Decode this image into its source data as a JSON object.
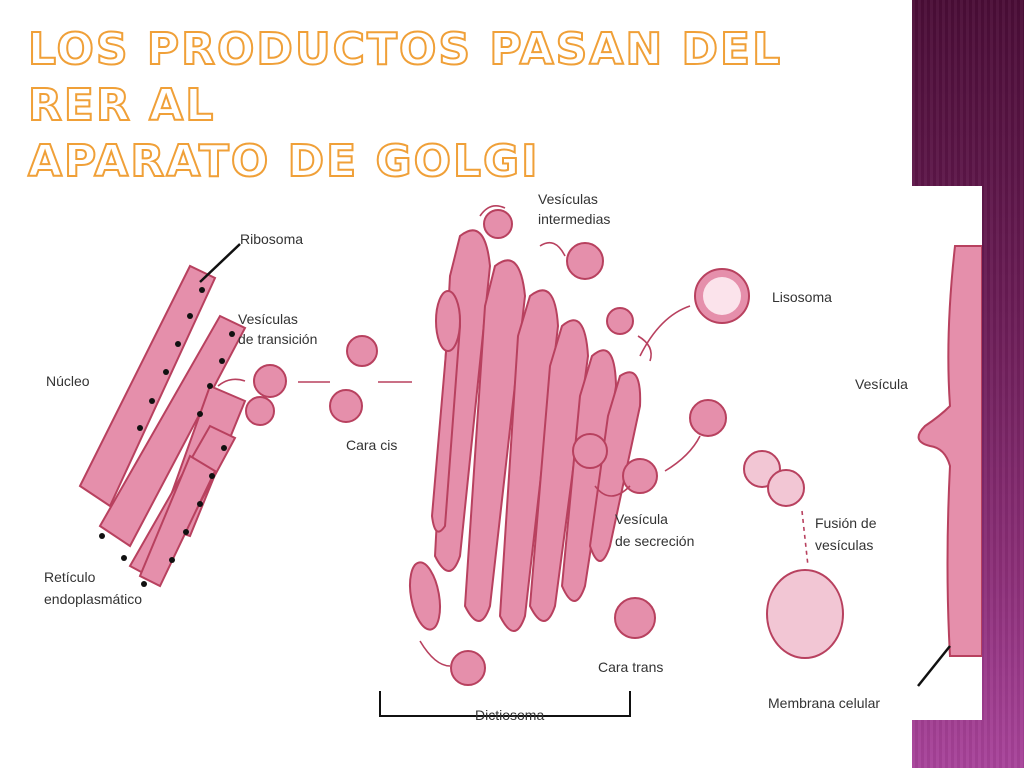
{
  "slide": {
    "title_line1": "Los productos pasan del RER al",
    "title_line2": "aparato de Golgi"
  },
  "diagram": {
    "labels": {
      "ribosoma": "Ribosoma",
      "vesiculas_intermedias_1": "Vesículas",
      "vesiculas_intermedias_2": "intermedias",
      "vesiculas_transicion_1": "Vesículas",
      "vesiculas_transicion_2": "de transición",
      "nucleo": "Núcleo",
      "lisosoma": "Lisosoma",
      "vesicula": "Vesícula",
      "cara_cis": "Cara cis",
      "vesicula_secrecion_1": "Vesícula",
      "vesicula_secrecion_2": "de secreción",
      "fusion_1": "Fusión de",
      "fusion_2": "vesículas",
      "reticulo_1": "Retículo",
      "reticulo_2": "endoplasmático",
      "cara_trans": "Cara trans",
      "dictiosoma": "Dictiosoma",
      "membrana": "Membrana celular"
    }
  },
  "colors": {
    "accent": "#f0a038",
    "organelle": "#e58fab",
    "organelle_stroke": "#b8415f",
    "band": "#6a1c55"
  }
}
